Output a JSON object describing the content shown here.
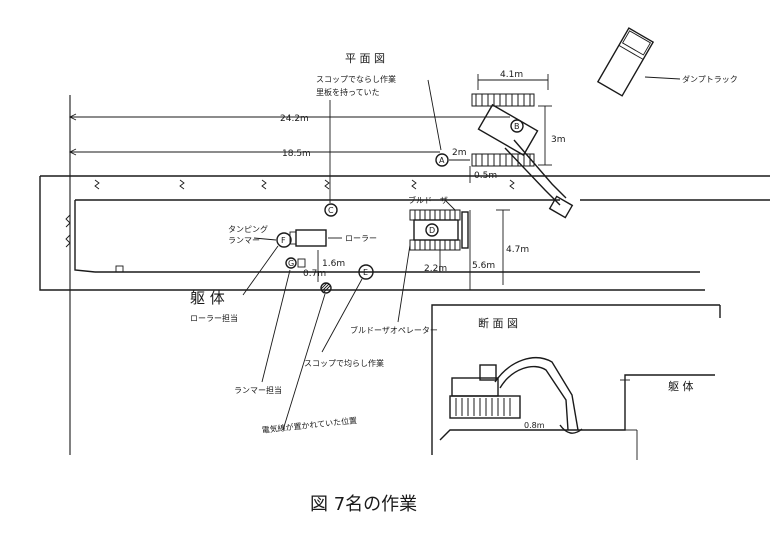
{
  "plan_title": "平 面 図",
  "section_title": "断 面 図",
  "caption": "図  7名の作業",
  "dims": {
    "d_24_2": "24.2m",
    "d_18_5": "18.5m",
    "d_4_1": "4.1m",
    "d_3": "3m",
    "d_2": "2m",
    "d_0_5": "0.5m",
    "d_4_7": "4.7m",
    "d_5_6": "5.6m",
    "d_2_2": "2.2m",
    "d_1_6": "1.6m",
    "d_0_7": "0.7m",
    "d_0_8": "0.8m"
  },
  "labels": {
    "dump_truck": "ダンプトラック",
    "roller": "ローラー",
    "tamping_rammer": "タンピング\nランマー",
    "bulldozer": "ブルドーザ",
    "board_worker": "スコップでならし作業\n里板を持っていた",
    "body_structure": "躯 体",
    "roller_operator": "ローラー担当",
    "bulldozer_driver": "ブルドーザオペレーター",
    "shovel_work": "スコップで均らし作業",
    "rammer_operator": "ランマー担当",
    "victim_location": "電気線が置かれていた位置",
    "section_body": "躯 体",
    "window_mark": "ロ"
  },
  "markers": {
    "A": "A",
    "B": "B",
    "C": "C",
    "D": "D",
    "E": "E",
    "F": "F",
    "G": "G"
  }
}
